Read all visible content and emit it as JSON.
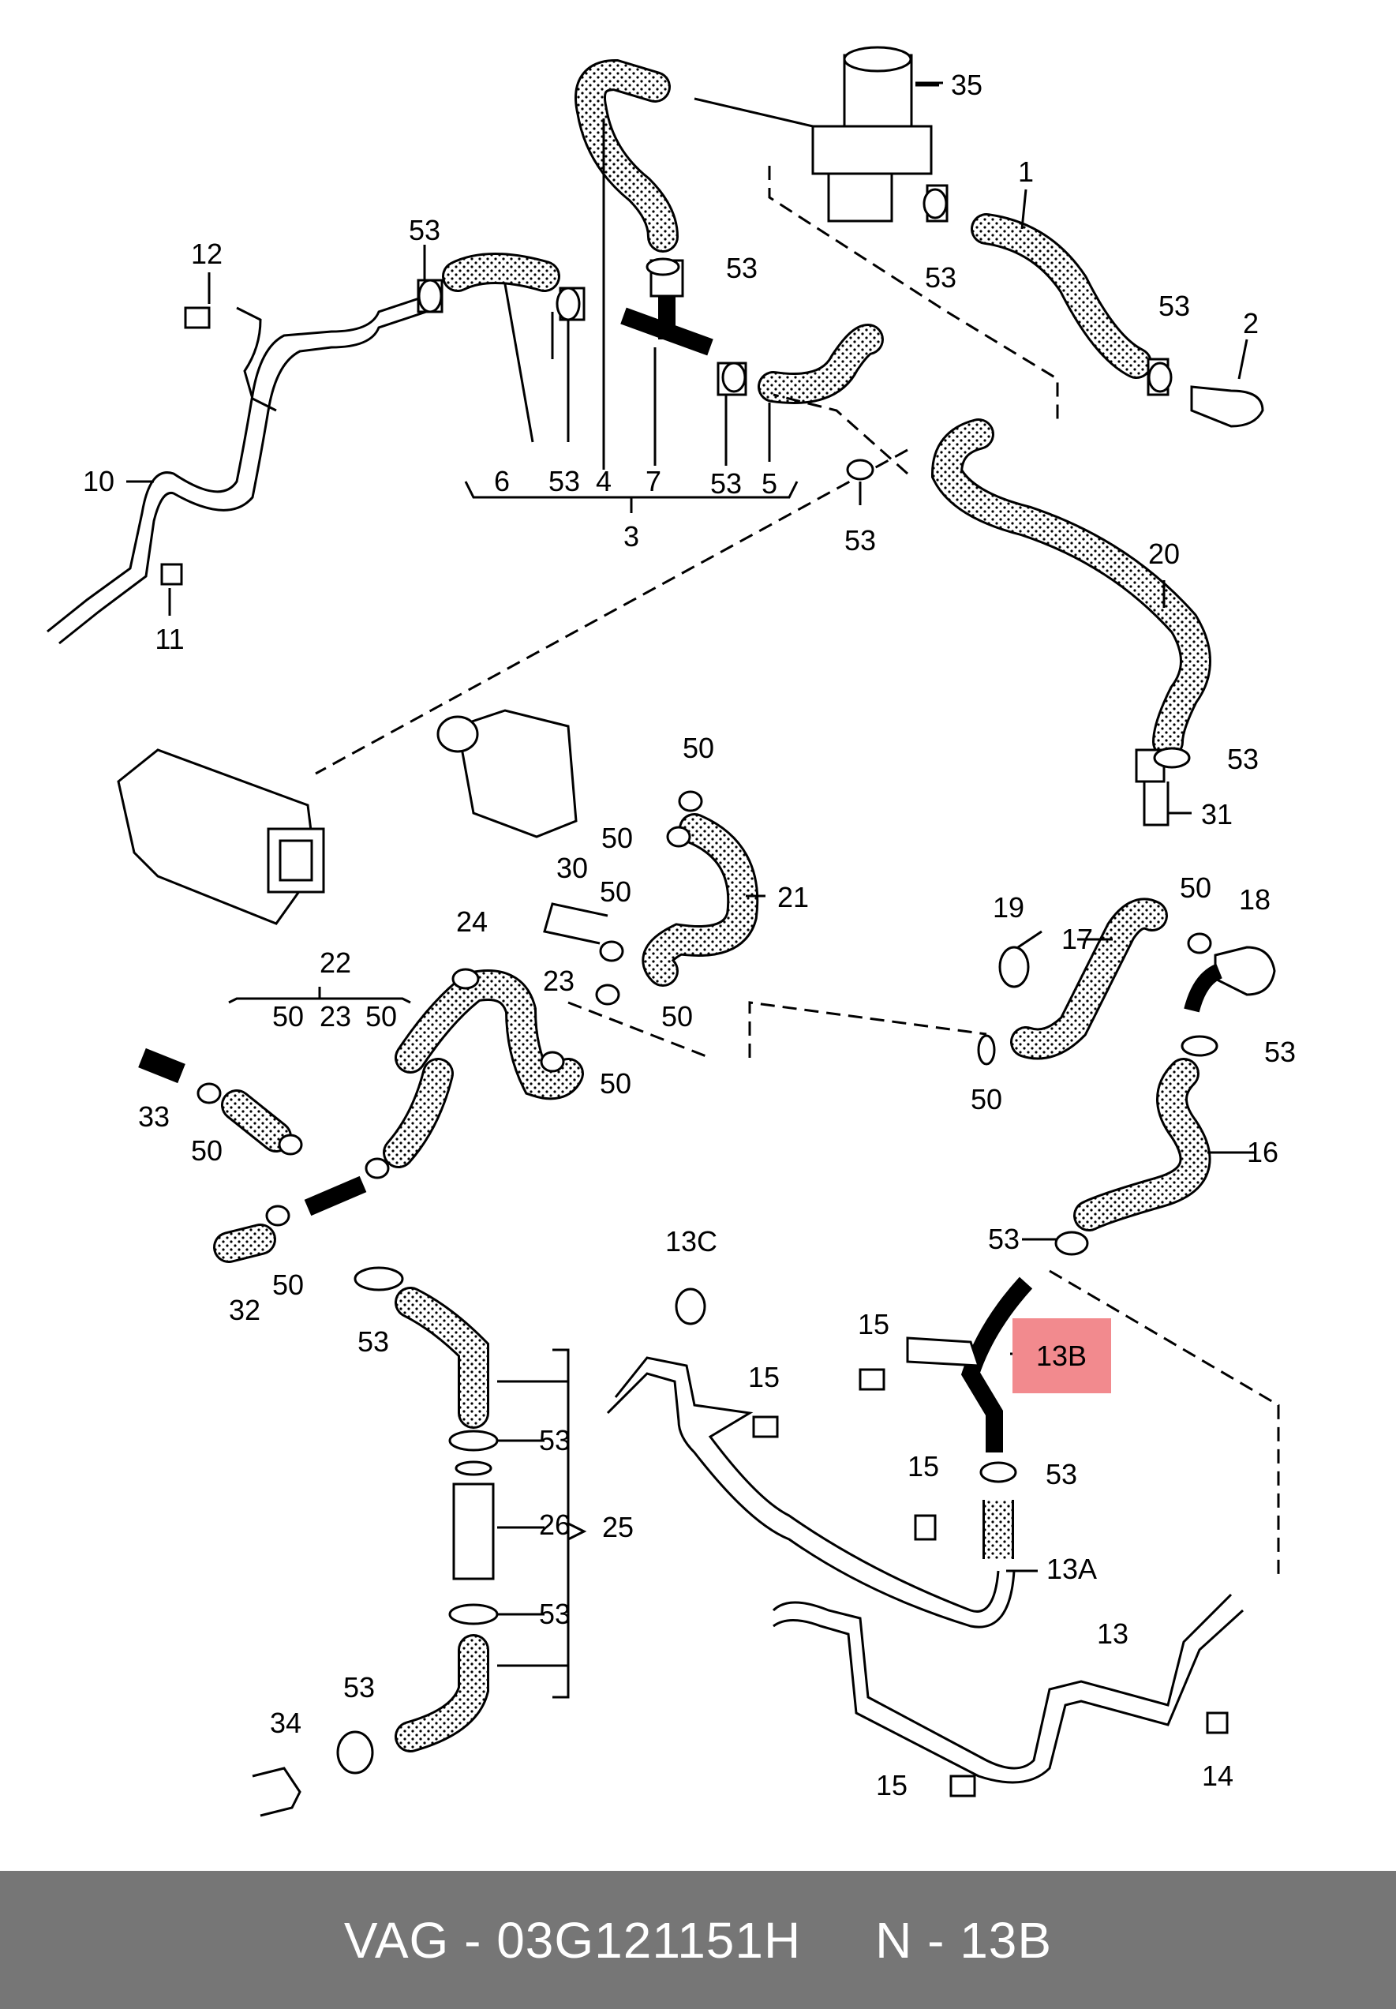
{
  "labels": {
    "l35": "35",
    "l1": "1",
    "l53a": "53",
    "l2": "2",
    "l12": "12",
    "l53b": "53",
    "l53c": "53",
    "l53d": "53",
    "l6": "6",
    "l53e": "53",
    "l4": "4",
    "l7": "7",
    "l53f": "53",
    "l5": "5",
    "l3": "3",
    "l53g": "53",
    "l10": "10",
    "l11": "11",
    "l20": "20",
    "l53h": "53",
    "l31": "31",
    "l50a": "50",
    "l50b": "50",
    "l21": "21",
    "l30": "30",
    "l50c": "50",
    "l24": "24",
    "l23a": "23",
    "l50d": "50",
    "l50e": "50",
    "l22": "22",
    "l50f": "50",
    "l23b": "23",
    "l50g": "50",
    "l33": "33",
    "l50h": "50",
    "l32": "32",
    "l50i": "50",
    "l19": "19",
    "l17": "17",
    "l50j": "50",
    "l18": "18",
    "l50k": "50",
    "l53i": "53",
    "l16": "16",
    "l53j": "53",
    "l13c": "13C",
    "l15a": "15",
    "l13b": "13B",
    "l15b": "15",
    "l53k": "53",
    "l53l": "53",
    "l26": "26",
    "l25": "25",
    "l53m": "53",
    "l15c": "15",
    "l53n": "53",
    "l13a": "13A",
    "l13": "13",
    "l53o": "53",
    "l34": "34",
    "l14": "14",
    "l15d": "15"
  },
  "footer": {
    "brand": "VAG",
    "sep1": " - ",
    "part_number": "03G121151H",
    "gap": "     ",
    "position_prefix": "N",
    "sep2": " - ",
    "position": "13B"
  },
  "colors": {
    "highlight": "#f28a8e",
    "footer_bg": "#767676",
    "footer_text": "#ffffff"
  }
}
